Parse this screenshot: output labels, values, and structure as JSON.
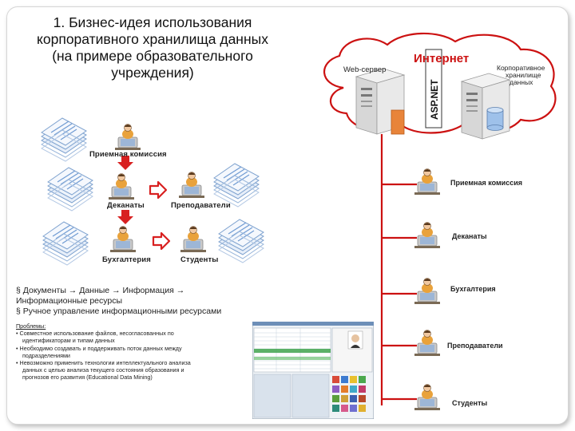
{
  "title_lines": [
    "1. Бизнес-идея использования",
    "корпоративного хранилища данных",
    "(на примере образовательного",
    "учреждения)"
  ],
  "left_diagram": {
    "priemnaya": "Приемная комиссия",
    "dekanaty": "Деканаты",
    "prepodavateli": "Преподаватели",
    "buhgalteria": "Бухгалтерия",
    "studenty": "Студенты"
  },
  "bullets": {
    "line1": "§ Документы → Данные → Информация →",
    "line2": "Информационные ресурсы",
    "line3": "§ Ручное управление информационными ресурсами"
  },
  "problems": {
    "heading": "Проблемы:",
    "item1a": "• Совместное использование файлов, несогласованных по",
    "item1b": "идентификаторам и типам данных",
    "item2a": "• Необходимо создавать и поддерживать поток данных между",
    "item2b": "подразделениями",
    "item3a": "• Невозможно применить технологии интеллектуального анализа",
    "item3b": "данных с целью анализа текущего состояния образования и",
    "item3c": "прогнозов его развития (Educational Data Mining)"
  },
  "right_diagram": {
    "internet": "Интернет",
    "web_server": "Web-сервер",
    "asp_net": "ASP.NET",
    "dw_line1": "Корпоративное",
    "dw_line2": "хранилище",
    "dw_line3": "данных",
    "nodes": [
      "Приемная комиссия",
      "Деканаты",
      "Бухгалтерия",
      "Преподаватели",
      "Студенты"
    ]
  },
  "colors": {
    "red": "#cc1111",
    "arrow_red": "#d82020",
    "doc_blue": "#6f9bd3",
    "person_orange": "#e9a23b"
  }
}
